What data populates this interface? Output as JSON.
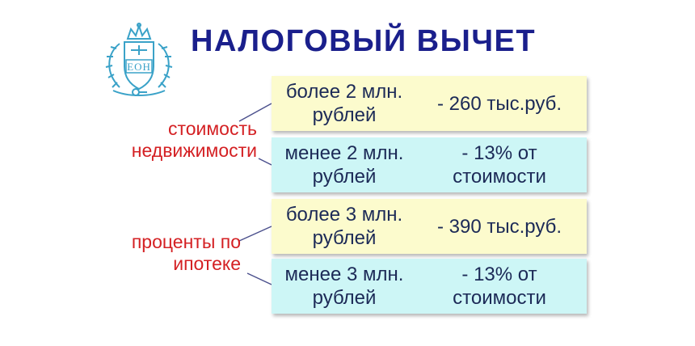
{
  "logo": {
    "text": "ЕОН",
    "icon": "crest-icon"
  },
  "title": "НАЛОГОВЫЙ ВЫЧЕТ",
  "categories": [
    {
      "label": "стоимость недвижимости",
      "rows": [
        {
          "condition": "более 2 млн. рублей",
          "deduction": "- 260 тыс.руб."
        },
        {
          "condition": "менее 2 млн. рублей",
          "deduction": "- 13% от стоимости"
        }
      ]
    },
    {
      "label": "проценты по ипотеке",
      "rows": [
        {
          "condition": "более 3 млн. рублей",
          "deduction": "- 390 тыс.руб."
        },
        {
          "condition": "менее 3 млн. рублей",
          "deduction": "- 13% от стоимости"
        }
      ]
    }
  ],
  "colors": {
    "title": "#1a1f8c",
    "category": "#d42023",
    "text": "#1c2a57",
    "box_yellow": "#fcfbcd",
    "box_cyan": "#cdf6f6",
    "logo": "#3aa2c8",
    "connector": "#4a4f8c"
  }
}
